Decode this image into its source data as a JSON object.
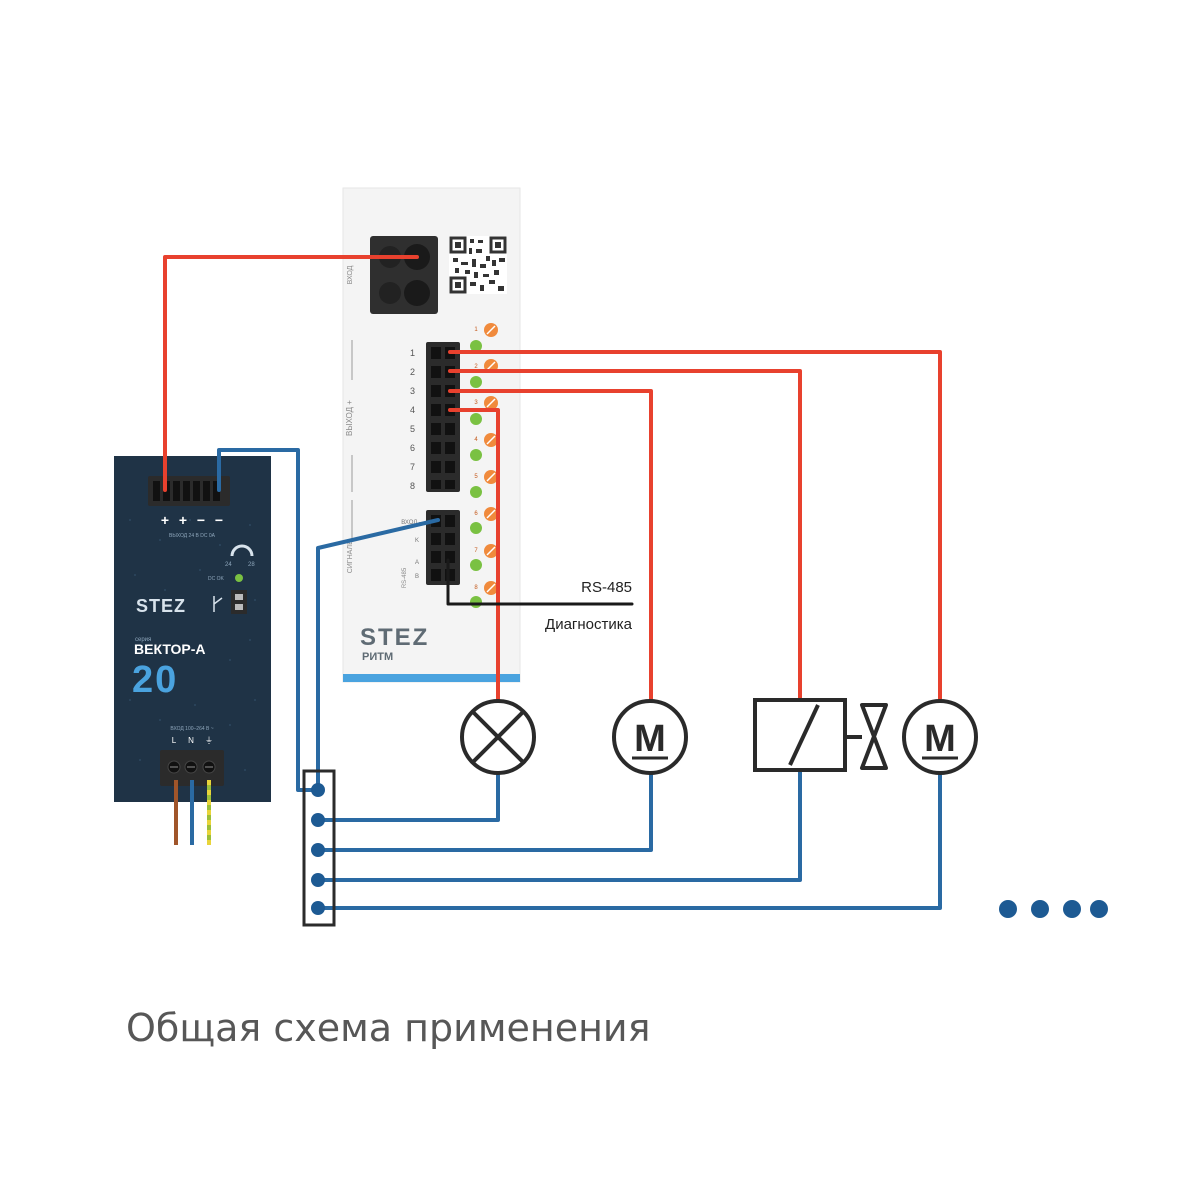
{
  "psu": {
    "brand": "STEZ",
    "series_label": "серия",
    "model": "ВЕКТОР-А",
    "power": "20",
    "out_terminal_signs": [
      "+",
      "+",
      "−",
      "−"
    ],
    "out_label": "ВЫХОД 24 В DC 0A",
    "voltage_min": "24",
    "voltage_max": "28",
    "dc_ok_label": "DC OK",
    "in_label": "ВХОД 100–264 В ~",
    "in_terminals": [
      "L",
      "N",
      "⏚"
    ]
  },
  "controller": {
    "brand": "STEZ",
    "model": "РИТМ",
    "input_label": "ВХОД",
    "output_label": "ВЫХОД +",
    "signals_label": "СИГНАЛЫ",
    "channels": [
      "1",
      "2",
      "3",
      "4",
      "5",
      "6",
      "7",
      "8"
    ],
    "signal_pins": [
      "ВХОД -",
      "K",
      "A",
      "B"
    ],
    "rs485_label": "RS-485",
    "knob_numbers": [
      "1",
      "2",
      "3",
      "4",
      "5",
      "6",
      "7",
      "8"
    ]
  },
  "annotations": {
    "rs485": "RS-485",
    "diagnostics": "Диагностика"
  },
  "loads": [
    {
      "type": "lamp",
      "symbol": ""
    },
    {
      "type": "motor",
      "symbol": "M"
    },
    {
      "type": "solenoid-valve",
      "symbol": ""
    },
    {
      "type": "motor",
      "symbol": "M"
    }
  ],
  "continuation_dots": 4,
  "caption": "Общая схема применения",
  "colors": {
    "positive_wire": "#e8412e",
    "negative_wire": "#2a6aa3",
    "signal_wire": "#1a1a1a",
    "psu_body": "#1f3346",
    "controller_body": "#f4f4f4",
    "terminal_dark": "#2b2b2b",
    "led_green": "#7ac142",
    "knob_orange": "#f08a3c",
    "brand_blue": "#4aa3df",
    "dot_blue": "#1d5a93"
  }
}
